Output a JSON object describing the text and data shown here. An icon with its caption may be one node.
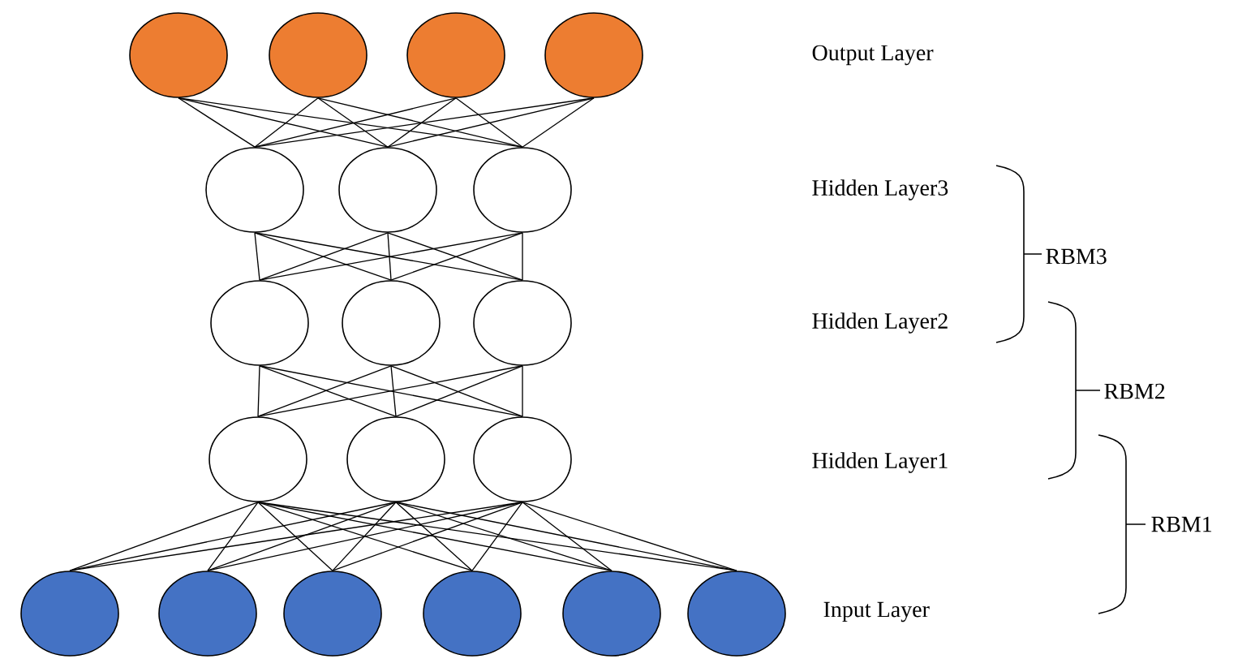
{
  "diagram": {
    "nodes": [
      {
        "text": [],
        "shape": "circle"
      },
      {
        "text": [],
        "shape": "circle"
      },
      {
        "text": [],
        "shape": "circle"
      },
      {
        "text": [],
        "shape": "circle"
      },
      {
        "text": [],
        "shape": "circle"
      },
      {
        "text": [],
        "shape": "circle"
      },
      {
        "text": [],
        "shape": "circle"
      },
      {
        "text": [],
        "shape": "circle"
      },
      {
        "text": [],
        "shape": "circle"
      },
      {
        "text": [],
        "shape": "circle"
      },
      {
        "text": [],
        "shape": "circle"
      },
      {
        "text": [],
        "shape": "circle"
      },
      {
        "text": [],
        "shape": "circle"
      },
      {
        "text": [],
        "shape": "circle"
      },
      {
        "text": [],
        "shape": "circle"
      },
      {
        "text": [],
        "shape": "circle"
      },
      {
        "text": [],
        "shape": "circle"
      },
      {
        "text": [],
        "shape": "circle"
      },
      {
        "text": [],
        "shape": "circle"
      }
    ],
    "edges": [
      {
        "from": 0,
        "to": 4,
        "arrow": "none"
      },
      {
        "from": 0,
        "to": 5,
        "arrow": "none"
      },
      {
        "from": 0,
        "to": 6,
        "arrow": "none"
      },
      {
        "from": 1,
        "to": 4,
        "arrow": "none"
      },
      {
        "from": 1,
        "to": 5,
        "arrow": "none"
      },
      {
        "from": 1,
        "to": 6,
        "arrow": "none"
      },
      {
        "from": 2,
        "to": 4,
        "arrow": "none"
      },
      {
        "from": 2,
        "to": 5,
        "arrow": "none"
      },
      {
        "from": 2,
        "to": 6,
        "arrow": "none"
      },
      {
        "from": 3,
        "to": 4,
        "arrow": "none"
      },
      {
        "from": 3,
        "to": 5,
        "arrow": "none"
      },
      {
        "from": 3,
        "to": 6,
        "arrow": "none"
      },
      {
        "from": 4,
        "to": 7,
        "arrow": "none"
      },
      {
        "from": 4,
        "to": 8,
        "arrow": "none"
      },
      {
        "from": 4,
        "to": 9,
        "arrow": "none"
      },
      {
        "from": 5,
        "to": 7,
        "arrow": "none"
      },
      {
        "from": 5,
        "to": 8,
        "arrow": "none"
      },
      {
        "from": 5,
        "to": 9,
        "arrow": "none"
      },
      {
        "from": 6,
        "to": 7,
        "arrow": "none"
      },
      {
        "from": 6,
        "to": 8,
        "arrow": "none"
      },
      {
        "from": 6,
        "to": 9,
        "arrow": "none"
      },
      {
        "from": 7,
        "to": 10,
        "arrow": "none"
      },
      {
        "from": 7,
        "to": 11,
        "arrow": "none"
      },
      {
        "from": 7,
        "to": 12,
        "arrow": "none"
      },
      {
        "from": 8,
        "to": 10,
        "arrow": "none"
      },
      {
        "from": 8,
        "to": 11,
        "arrow": "none"
      },
      {
        "from": 8,
        "to": 12,
        "arrow": "none"
      },
      {
        "from": 9,
        "to": 10,
        "arrow": "none"
      },
      {
        "from": 9,
        "to": 11,
        "arrow": "none"
      },
      {
        "from": 9,
        "to": 12,
        "arrow": "none"
      },
      {
        "from": 10,
        "to": 13,
        "arrow": "none"
      },
      {
        "from": 10,
        "to": 14,
        "arrow": "none"
      },
      {
        "from": 10,
        "to": 15,
        "arrow": "none"
      },
      {
        "from": 10,
        "to": 16,
        "arrow": "none"
      },
      {
        "from": 10,
        "to": 17,
        "arrow": "none"
      },
      {
        "from": 10,
        "to": 18,
        "arrow": "none"
      },
      {
        "from": 11,
        "to": 13,
        "arrow": "none"
      },
      {
        "from": 11,
        "to": 14,
        "arrow": "none"
      },
      {
        "from": 11,
        "to": 15,
        "arrow": "none"
      },
      {
        "from": 11,
        "to": 16,
        "arrow": "none"
      },
      {
        "from": 11,
        "to": 17,
        "arrow": "none"
      },
      {
        "from": 11,
        "to": 18,
        "arrow": "none"
      },
      {
        "from": 12,
        "to": 13,
        "arrow": "none"
      },
      {
        "from": 12,
        "to": 14,
        "arrow": "none"
      },
      {
        "from": 12,
        "to": 15,
        "arrow": "none"
      },
      {
        "from": 12,
        "to": 16,
        "arrow": "none"
      },
      {
        "from": 12,
        "to": 17,
        "arrow": "none"
      },
      {
        "from": 12,
        "to": 18,
        "arrow": "none"
      }
    ],
    "labels": [
      "Output Layer",
      "Hidden Layer3",
      "RBM3",
      "Hidden Layer2",
      "RBM2",
      "Hidden Layer1",
      "RBM1",
      "Input Layer"
    ]
  }
}
